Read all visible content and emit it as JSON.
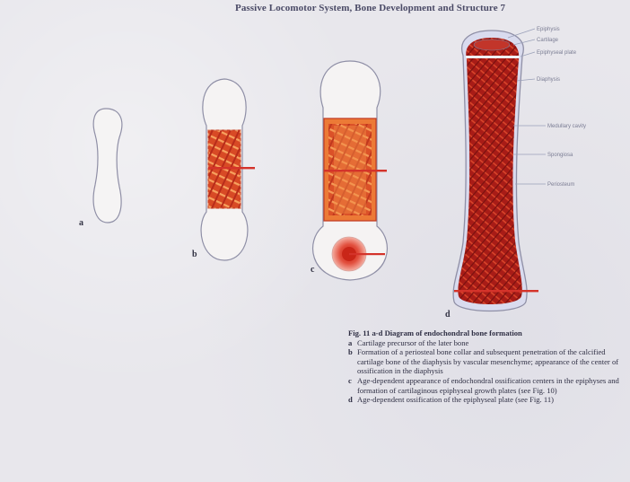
{
  "running_head": "Passive Locomotor System, Bone Development and Structure 7",
  "panels": [
    {
      "letter": "a"
    },
    {
      "letter": "b"
    },
    {
      "letter": "c"
    },
    {
      "letter": "d"
    }
  ],
  "leader_labels": [
    "Epiphysis",
    "Cartilage",
    "Epiphyseal plate",
    "Diaphysis",
    "Medullary cavity",
    "Spongiosa",
    "Periosteum"
  ],
  "caption": {
    "title": "Fig. 11 a-d  Diagram of endochondral bone formation",
    "items": [
      {
        "key": "a",
        "text": "Cartilage precursor of the later bone"
      },
      {
        "key": "b",
        "text": "Formation of a periosteal bone collar and subsequent penetration of the calcified cartilage bone of the diaphysis by vascular mesenchyme; appearance of the center of ossification in the diaphysis"
      },
      {
        "key": "c",
        "text": "Age-dependent appearance of endochondral ossification centers in the epiphyses and formation of cartilaginous epiphyseal growth plates (see Fig. 10)"
      },
      {
        "key": "d",
        "text": "Age-dependent ossification of the epiphyseal plate (see Fig. 11)"
      }
    ]
  },
  "colors": {
    "cartilage_fill": "#f4f2f2",
    "outline": "#8f8fa6",
    "bone_red": "#d63a1f",
    "marrow_dark": "#a51b17",
    "orange": "#f08a3a"
  }
}
